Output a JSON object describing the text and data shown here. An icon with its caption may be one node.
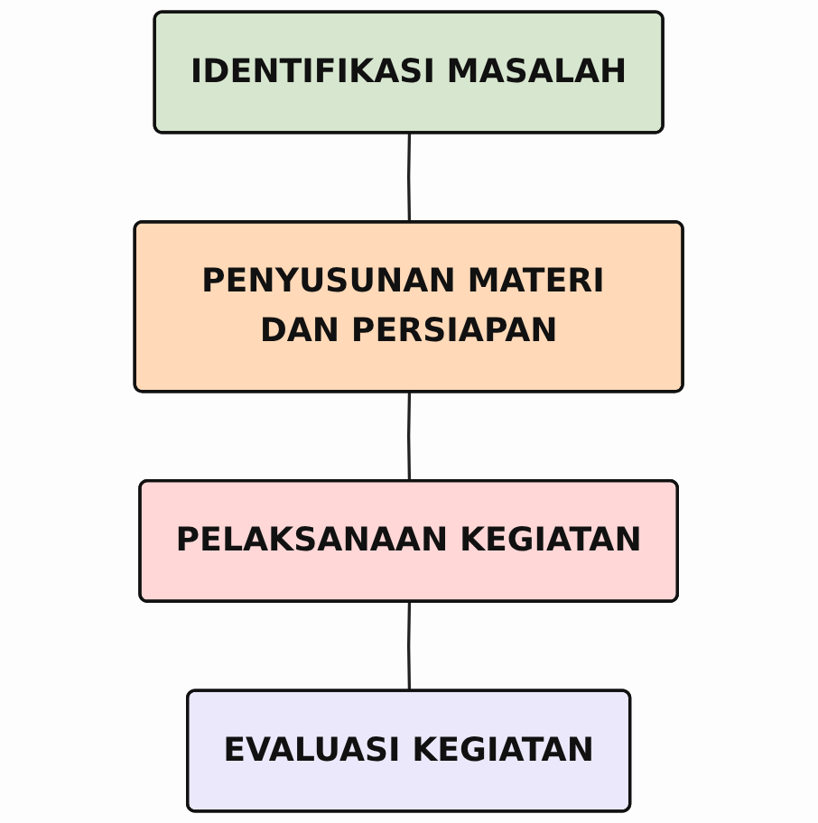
{
  "diagram": {
    "nodes": [
      {
        "text": [
          "IDENTIFIKASI MASALAH"
        ]
      },
      {
        "text": [
          "PENYUSUNAN MATERI DAN PERSIAPAN"
        ]
      },
      {
        "text": [
          "PELAKSANAAN KEGIATAN"
        ]
      },
      {
        "text": [
          "EVALUASI KEGIATAN"
        ]
      }
    ],
    "edges": [
      {
        "from": 0,
        "to": 1,
        "arrow": "none"
      },
      {
        "from": 1,
        "to": 2,
        "arrow": "none"
      },
      {
        "from": 2,
        "to": 3,
        "arrow": "none"
      }
    ]
  }
}
